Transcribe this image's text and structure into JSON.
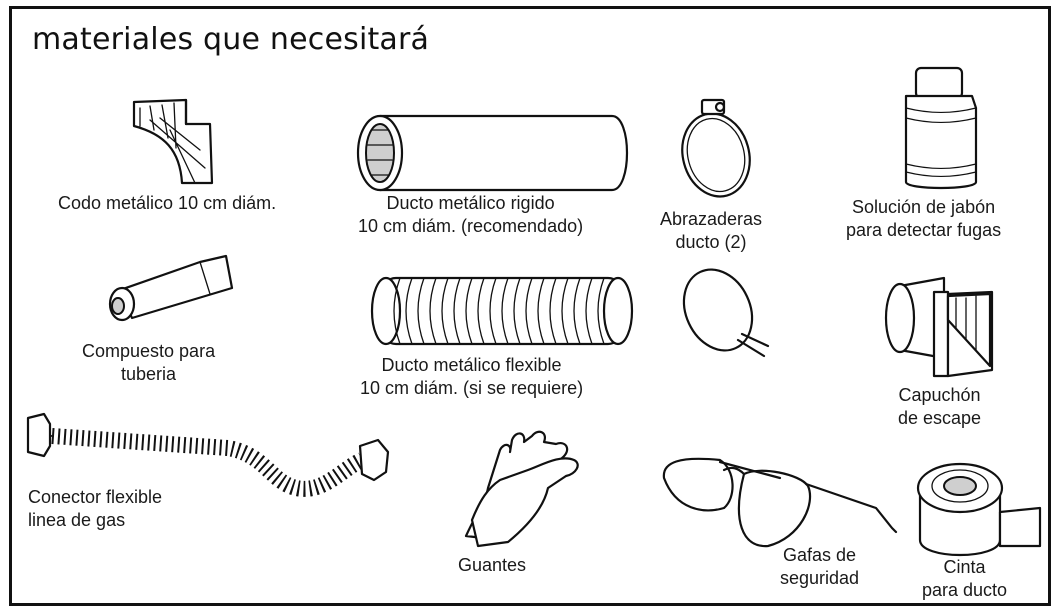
{
  "title": "materiales que necesitará",
  "items": {
    "elbow": {
      "icon": "elbow-duct-icon",
      "line1": "Codo metálico 10 cm diám."
    },
    "rigid_duct": {
      "icon": "rigid-duct-icon",
      "line1": "Ducto metálico rigido",
      "line2": "10 cm diám. (recomendado)"
    },
    "clamps": {
      "icon": "duct-clamp-icon",
      "line1": "Abrazaderas",
      "line2": "ducto (2)"
    },
    "soap": {
      "icon": "soap-bottle-icon",
      "line1": "Solución de jabón",
      "line2": "para detectar fugas"
    },
    "compound": {
      "icon": "pipe-compound-tube-icon",
      "line1": "Compuesto para",
      "line2": "tuberia"
    },
    "flex_duct": {
      "icon": "flexible-duct-icon",
      "line1": "Ducto metálico flexible",
      "line2": "10 cm diám. (si se requiere)"
    },
    "hood": {
      "icon": "exhaust-hood-icon",
      "line1": "Capuchón",
      "line2": "de escape"
    },
    "gas_connector": {
      "icon": "gas-connector-icon",
      "line1": "Conector flexible",
      "line2": "linea de gas"
    },
    "gloves": {
      "icon": "gloves-icon",
      "line1": "Guantes"
    },
    "goggles": {
      "icon": "safety-glasses-icon",
      "line1": "Gafas de",
      "line2": "seguridad"
    },
    "tape": {
      "icon": "duct-tape-icon",
      "line1": "Cinta",
      "line2": "para ducto"
    }
  }
}
